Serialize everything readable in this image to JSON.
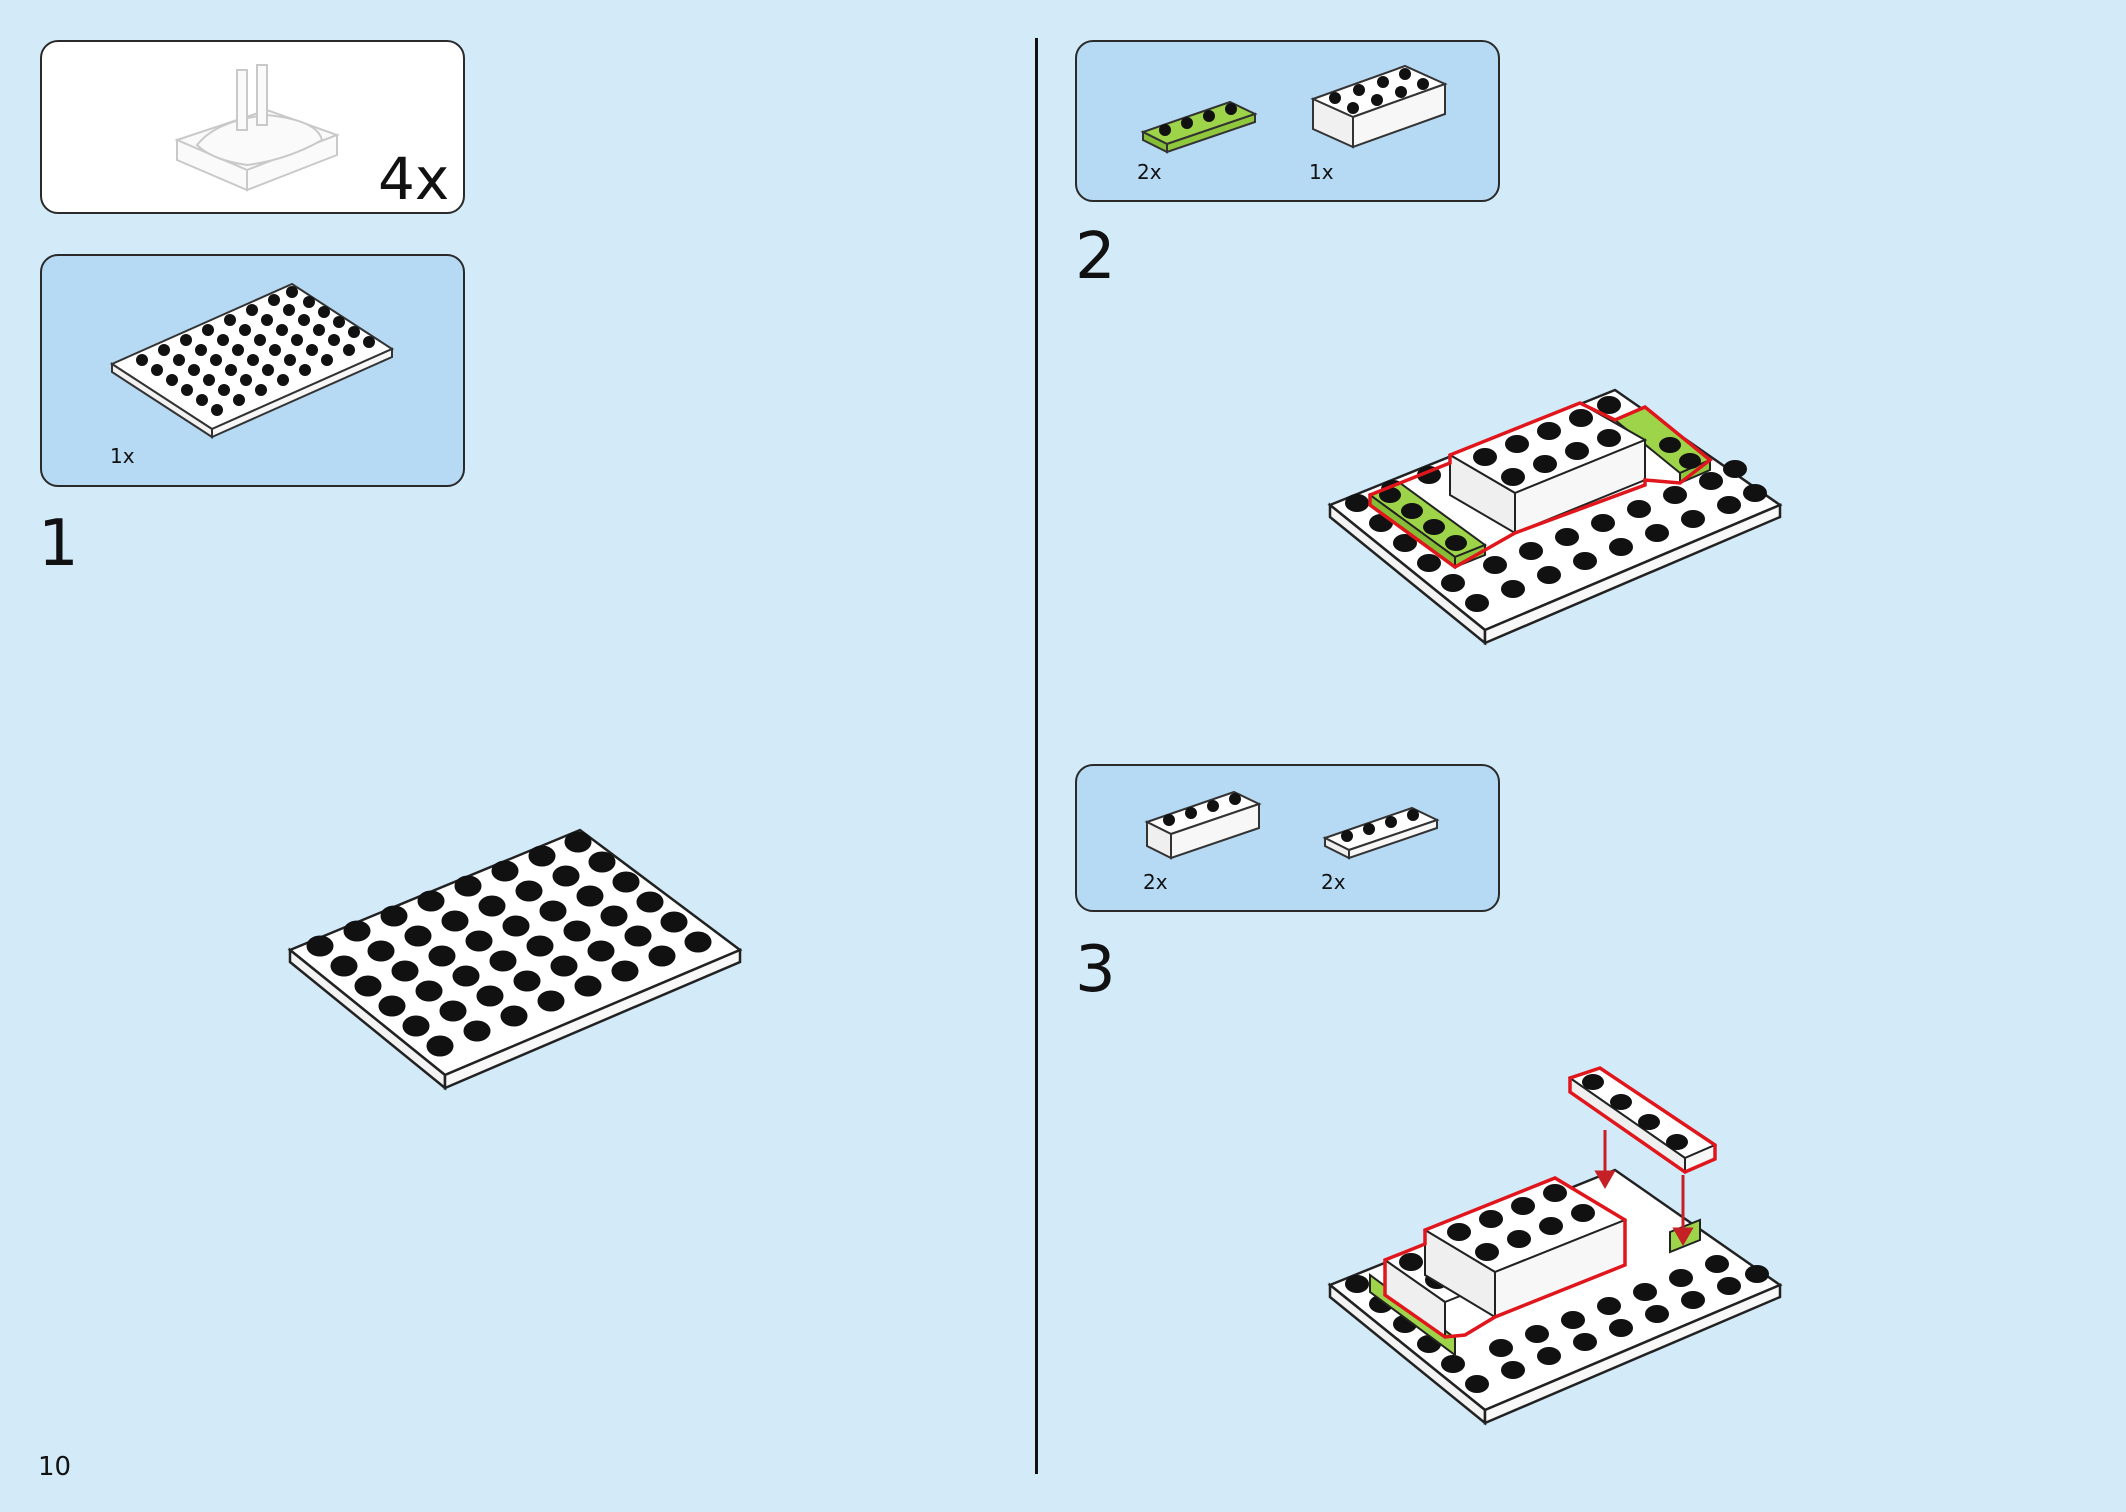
{
  "page_number": "10",
  "motor_callout": {
    "quantity": "4x"
  },
  "step1": {
    "number": "1",
    "parts": [
      {
        "quantity": "1x",
        "part": "white-plate-6x8"
      }
    ]
  },
  "step2": {
    "number": "2",
    "parts": [
      {
        "quantity": "2x",
        "part": "lime-plate-1x4"
      },
      {
        "quantity": "1x",
        "part": "white-brick-2x4"
      }
    ]
  },
  "step3": {
    "number": "3",
    "parts": [
      {
        "quantity": "2x",
        "part": "white-brick-1x4"
      },
      {
        "quantity": "2x",
        "part": "white-plate-1x4"
      }
    ]
  },
  "colors": {
    "page_background": "#d3ebf9",
    "parts_box": "#b6d9f4",
    "highlight": "#e0161c",
    "lime": "#9dd44a"
  }
}
